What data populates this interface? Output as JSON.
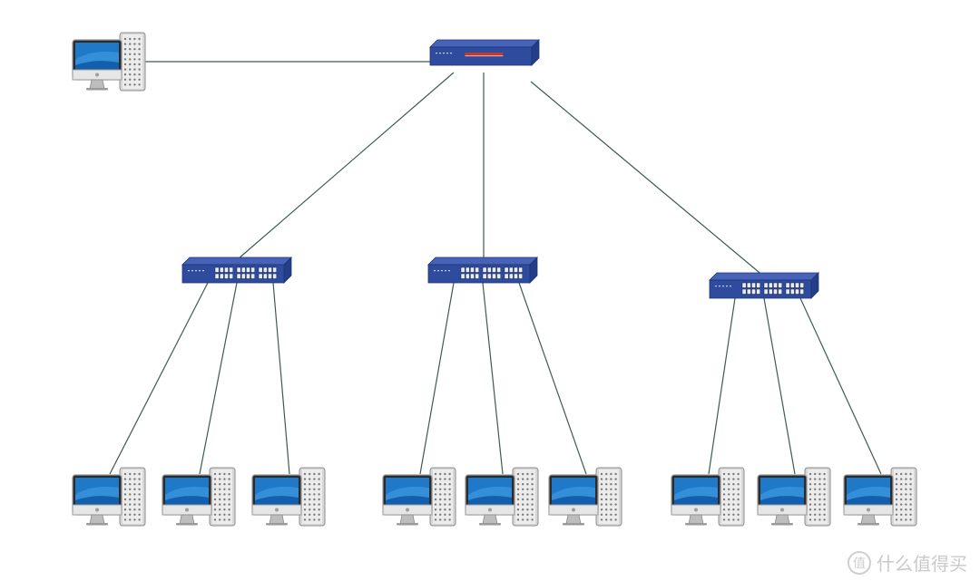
{
  "diagram": {
    "title": "",
    "core_switch": {
      "kind": "core-switch"
    },
    "admin_computer": {
      "kind": "computer"
    },
    "access_switches": [
      {
        "kind": "access-switch",
        "computers": 3
      },
      {
        "kind": "access-switch",
        "computers": 3
      },
      {
        "kind": "access-switch",
        "computers": 3
      }
    ],
    "colors": {
      "switch_body": "#2e4b9e",
      "switch_top": "#4663b8",
      "link_line": "#3e5c4e",
      "screen_blue": "#1f78c8",
      "tower_gray": "#d7d7d7"
    }
  },
  "watermark": {
    "logo_glyph": "值",
    "text": "什么值得买"
  }
}
